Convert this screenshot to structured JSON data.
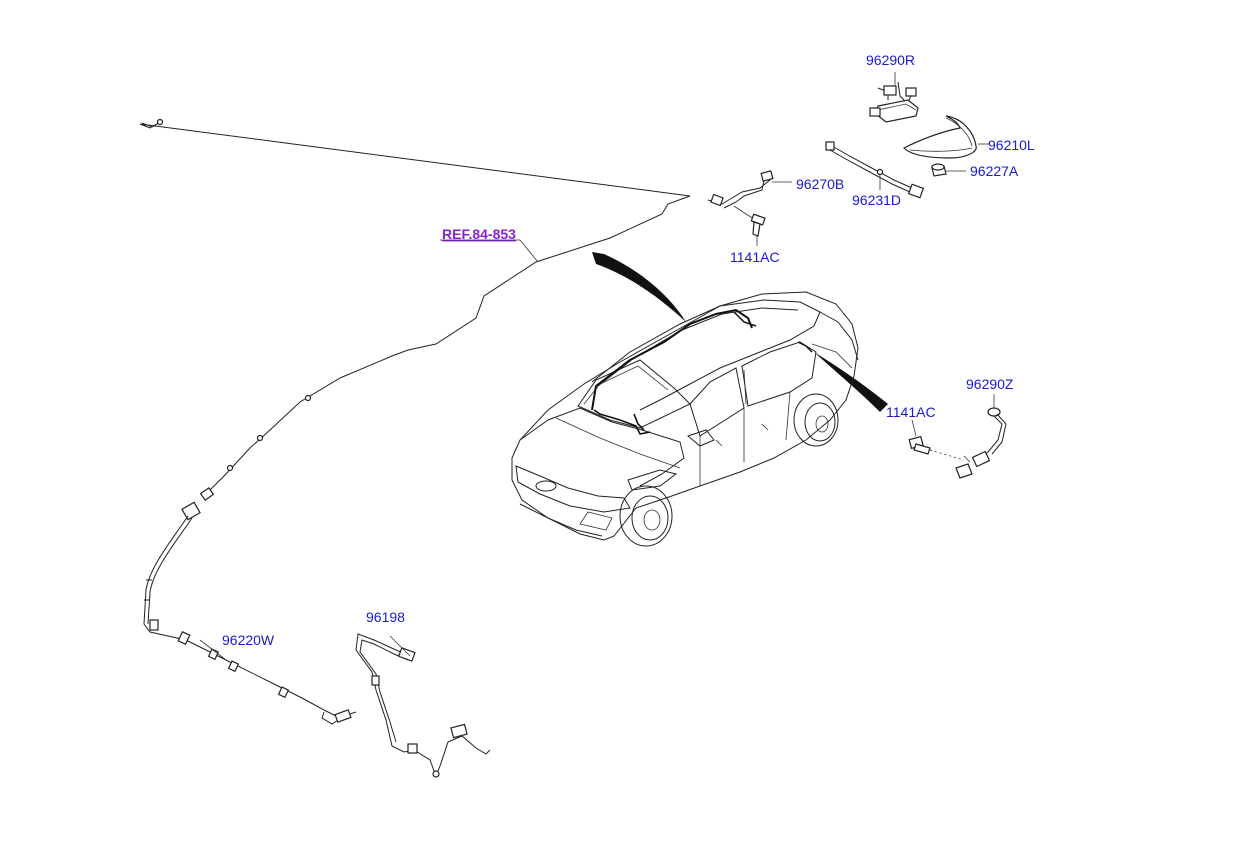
{
  "colors": {
    "callout": "#1a1acc",
    "reference": "#8a1fd6",
    "line": "#222222",
    "background": "#ffffff"
  },
  "labels": {
    "p96290R": "96290R",
    "p96210L": "96210L",
    "p96227A": "96227A",
    "p96270B": "96270B",
    "p96231D": "96231D",
    "p1141AC_top": "1141AC",
    "ref_84_853": "REF.84-853",
    "p1141AC_right": "1141AC",
    "p96290Z": "96290Z",
    "p96220W": "96220W",
    "p96198": "96198"
  },
  "icons": [
    "car-outline-icon",
    "shark-fin-antenna-icon",
    "cable-harness-icon",
    "bolt-icon",
    "grommet-icon",
    "connector-icon"
  ]
}
